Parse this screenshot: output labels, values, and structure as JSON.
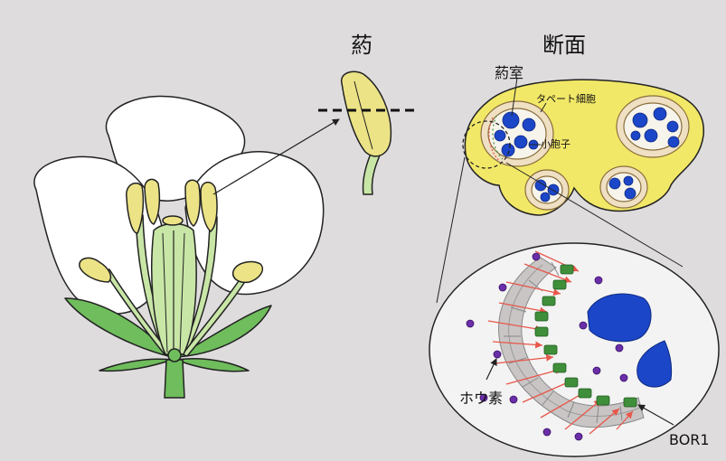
{
  "labels": {
    "anther": "葯",
    "cross_section": "断面",
    "locule": "葯室",
    "tapetum_cells": "タペート細胞",
    "microspore": "小胞子",
    "boron": "ホウ素",
    "transporter": "BOR1"
  },
  "colors": {
    "background_panel": "#dedcdd",
    "petal": "#ffffff",
    "sepal": "#6fbd5c",
    "stamen_filament": "#c8e6a6",
    "anther_fill": "#ece386",
    "cross_section_fill": "#f2e868",
    "tapetum_fill": "#efe0c4",
    "microspore": "#1c46c8",
    "boron_dot": "#6a2fa8",
    "bor1": "#3f8f3a",
    "arrow_red": "#e8574a",
    "zoom_fill": "#f3f3f3",
    "cell_wall_gray": "#c9c5c5"
  },
  "icons": {
    "dashed_cut_line": "dashed-line",
    "pointer_arrow": "arrow"
  }
}
